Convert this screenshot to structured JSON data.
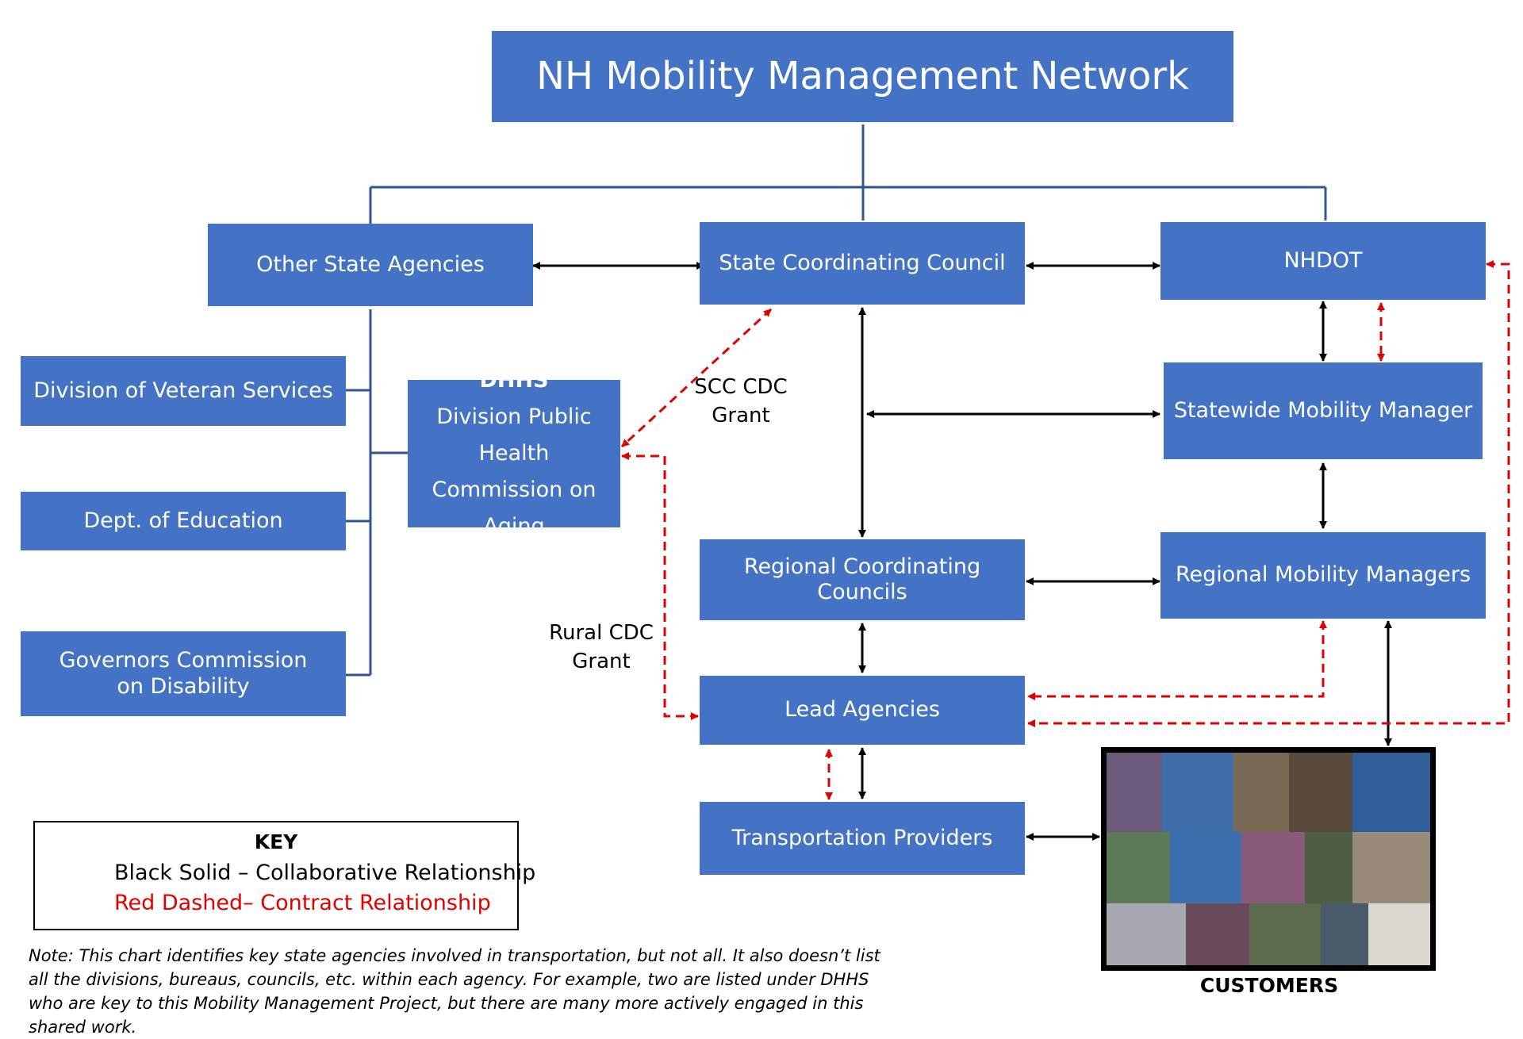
{
  "title": "NH Mobility Management Network",
  "boxes": {
    "other_state_agencies": "Other State Agencies",
    "state_coordinating_council": "State Coordinating Council",
    "nhdot": "NHDOT",
    "division_veteran_services": "Division of Veteran Services",
    "dept_education": "Dept. of Education",
    "governors_commission": "Governors Commission on Disability",
    "dhhs_title": "DHHS",
    "dhhs_line1": "Division Public Health",
    "dhhs_line2": "Commission on Aging",
    "statewide_mobility_manager": "Statewide Mobility Manager",
    "regional_coordinating_councils": "Regional Coordinating Councils",
    "regional_mobility_managers": "Regional Mobility Managers",
    "lead_agencies": "Lead Agencies",
    "transportation_providers": "Transportation Providers"
  },
  "labels": {
    "scc_cdc_line1": "SCC CDC",
    "scc_cdc_line2": "Grant",
    "rural_cdc_line1": "Rural CDC",
    "rural_cdc_line2": "Grant"
  },
  "key": {
    "title": "KEY",
    "black": "Black Solid – Collaborative Relationship",
    "red": "Red Dashed– Contract Relationship"
  },
  "note": "Note:  This chart identifies key state agencies involved in transportation, but not all.  It also doesn’t list all the divisions, bureaus, councils, etc. within each agency.  For example, two are listed under DHHS who are key to this Mobility Management Project, but there are many more actively engaged in this shared work.",
  "customers_label": "CUSTOMERS",
  "colors": {
    "box_fill": "#4472C4",
    "tree_line": "#2F5597",
    "collaborative": "#000000",
    "contract": "#E00000"
  }
}
